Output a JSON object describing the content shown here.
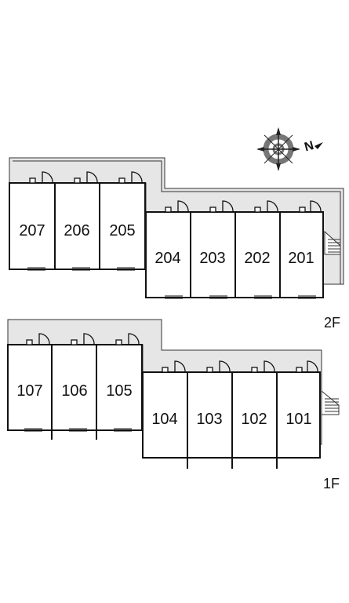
{
  "compass": {
    "north_label": "N",
    "icon": "compass-rose-icon"
  },
  "floors": [
    {
      "label": "2F",
      "units_upper": [
        "207",
        "206",
        "205"
      ],
      "units_lower": [
        "204",
        "203",
        "202",
        "201"
      ]
    },
    {
      "label": "1F",
      "units_upper": [
        "107",
        "106",
        "105"
      ],
      "units_lower": [
        "104",
        "103",
        "102",
        "101"
      ]
    }
  ],
  "colors": {
    "corridor": "#e6e6e6",
    "walls": "#111111",
    "units": "#ffffff"
  }
}
